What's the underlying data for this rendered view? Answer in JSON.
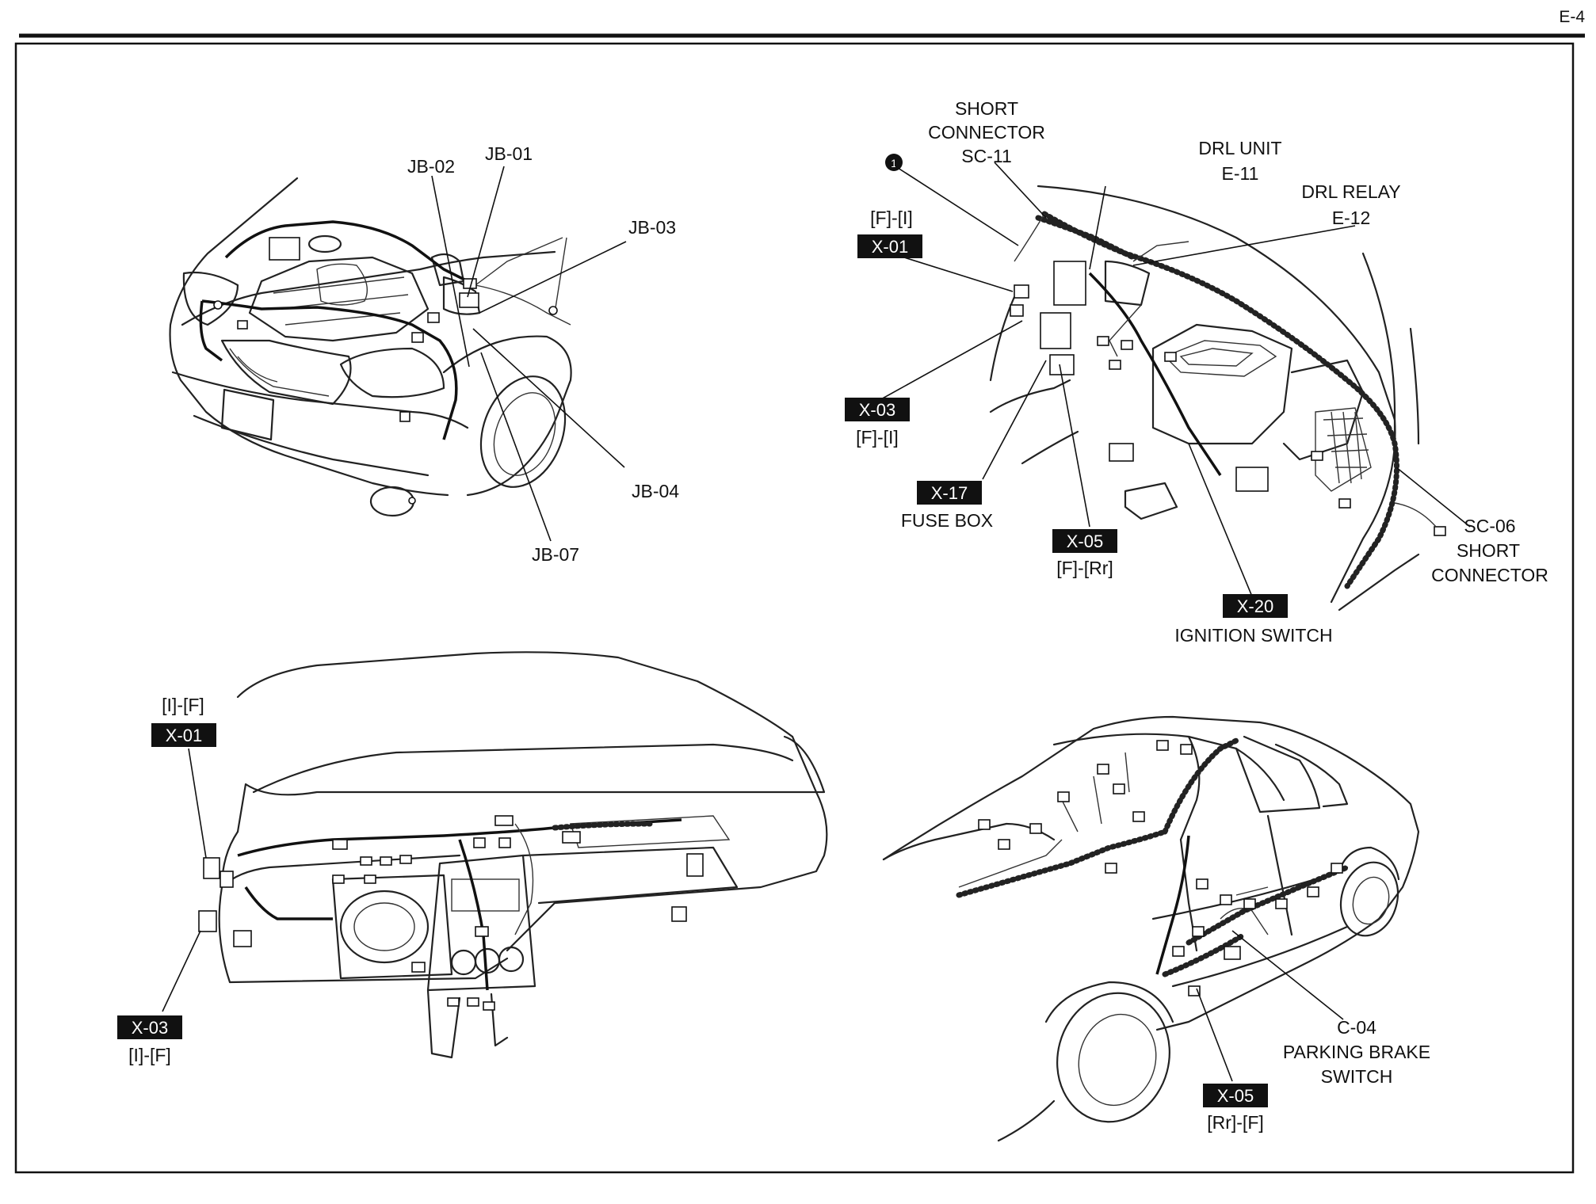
{
  "page_id": "E-4",
  "panels": {
    "engine_bay": {
      "labels": {
        "jb02": "JB-02",
        "jb01": "JB-01",
        "jb03": "JB-03",
        "jb04": "JB-04",
        "jb07": "JB-07"
      }
    },
    "interior_top": {
      "callout_marker": "1",
      "short_connector_sc11": [
        "SHORT",
        "CONNECTOR",
        "SC-11"
      ],
      "drl_unit": [
        "DRL UNIT",
        "E-11"
      ],
      "drl_relay": [
        "DRL RELAY",
        "E-12"
      ],
      "x01": {
        "side": "[F]-[I]",
        "code": "X-01"
      },
      "x03": {
        "code": "X-03",
        "side": "[F]-[I]"
      },
      "x17": {
        "code": "X-17",
        "name": "FUSE BOX"
      },
      "x05": {
        "code": "X-05",
        "side": "[F]-[Rr]"
      },
      "x20": {
        "code": "X-20",
        "name": "IGNITION SWITCH"
      },
      "sc06": [
        "SC-06",
        "SHORT",
        "CONNECTOR"
      ]
    },
    "dashboard": {
      "x01": {
        "side": "[I]-[F]",
        "code": "X-01"
      },
      "x03": {
        "code": "X-03",
        "side": "[I]-[F]"
      }
    },
    "car_side": {
      "c04": [
        "C-04",
        "PARKING BRAKE",
        "SWITCH"
      ],
      "x05": {
        "code": "X-05",
        "side": "[Rr]-[F]"
      }
    }
  }
}
